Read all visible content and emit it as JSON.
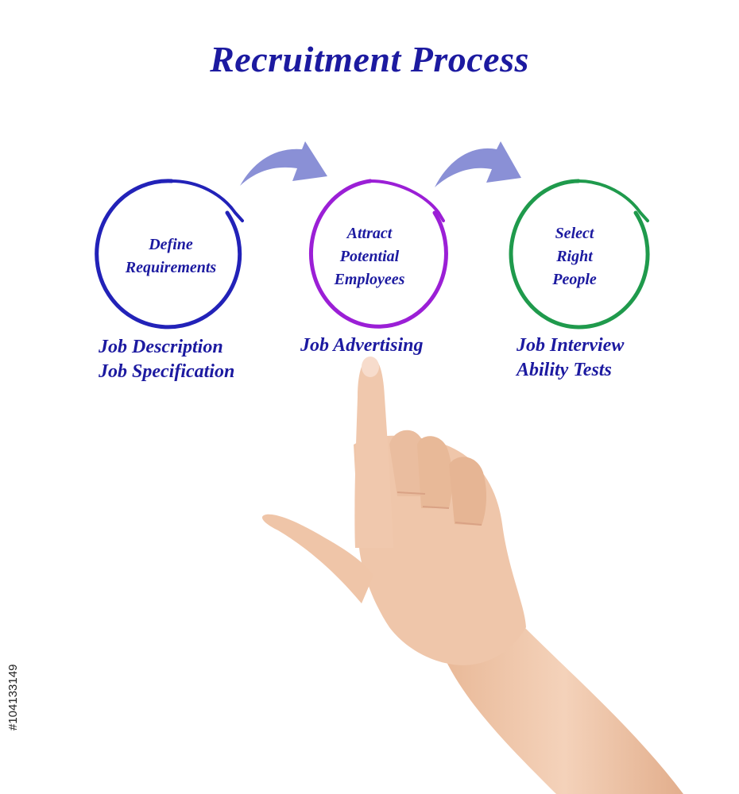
{
  "title": "Recruitment Process",
  "colors": {
    "title": "#1c1aa0",
    "arrow": "#8a90d6",
    "step1_circle": "#2222b8",
    "step2_circle": "#9b1fd6",
    "step3_circle": "#1f9a4c",
    "skin": "#edc3a6"
  },
  "steps": [
    {
      "lines": [
        "Define",
        "Requirements"
      ],
      "details": [
        "Job Description",
        "Job Specification"
      ]
    },
    {
      "lines": [
        "Attract",
        "Potential",
        "Employees"
      ],
      "details": [
        "Job Advertising"
      ]
    },
    {
      "lines": [
        "Select",
        "Right",
        "People"
      ],
      "details": [
        "Job Interview",
        "Ability Tests"
      ]
    }
  ],
  "image_id": "#104133149"
}
